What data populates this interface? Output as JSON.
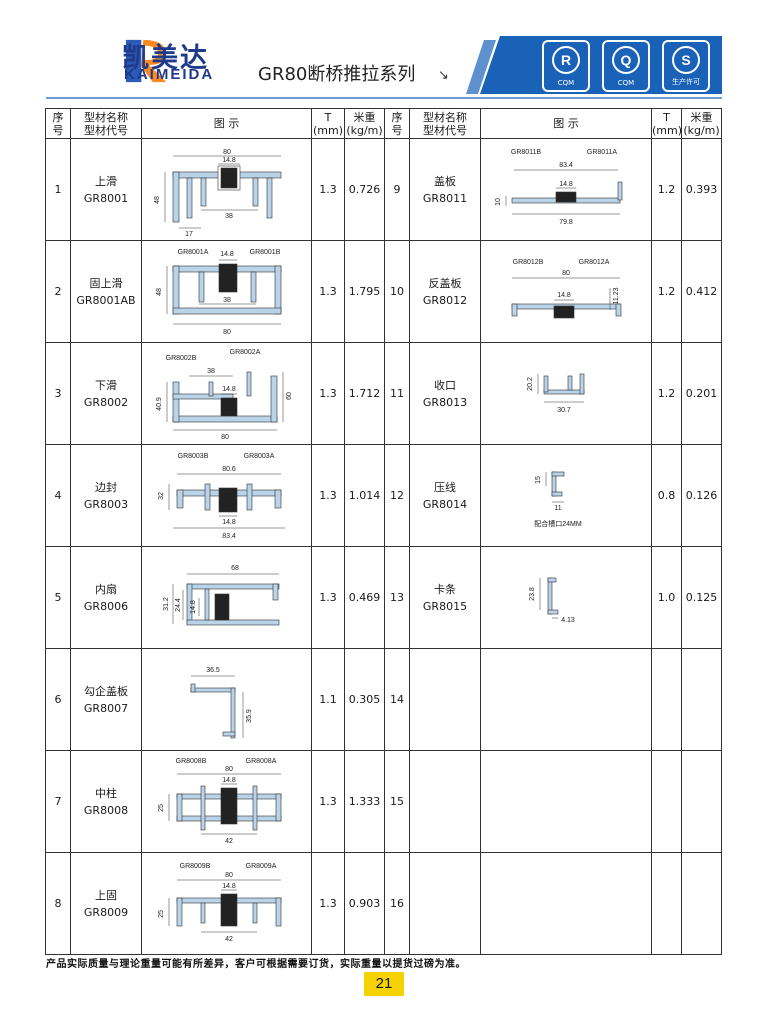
{
  "brand": {
    "name_cn": "凯美达",
    "name_en": "KAIMEIDA"
  },
  "series_title": "GR80断桥推拉系列",
  "certs": [
    {
      "letter": "R",
      "sub": "CQM"
    },
    {
      "letter": "Q",
      "sub": "CQM"
    },
    {
      "letter": "S",
      "sub": "生产许可"
    }
  ],
  "table": {
    "headers": {
      "seq": "序号",
      "name": "型材名称 型材代号",
      "figure": "图    示",
      "t": "T (mm)",
      "weight": "米重 (kg/m)"
    },
    "left_rows": [
      {
        "seq": "1",
        "name": "上滑",
        "code": "GR8001",
        "t": "1.3",
        "w": "0.726"
      },
      {
        "seq": "2",
        "name": "固上滑",
        "code": "GR8001AB",
        "t": "1.3",
        "w": "1.795"
      },
      {
        "seq": "3",
        "name": "下滑",
        "code": "GR8002",
        "t": "1.3",
        "w": "1.712"
      },
      {
        "seq": "4",
        "name": "边封",
        "code": "GR8003",
        "t": "1.3",
        "w": "1.014"
      },
      {
        "seq": "5",
        "name": "内扇",
        "code": "GR8006",
        "t": "1.3",
        "w": "0.469"
      },
      {
        "seq": "6",
        "name": "勾企盖板",
        "code": "GR8007",
        "t": "1.1",
        "w": "0.305"
      },
      {
        "seq": "7",
        "name": "中柱",
        "code": "GR8008",
        "t": "1.3",
        "w": "1.333"
      },
      {
        "seq": "8",
        "name": "上固",
        "code": "GR8009",
        "t": "1.3",
        "w": "0.903"
      }
    ],
    "right_rows": [
      {
        "seq": "9",
        "name": "盖板",
        "code": "GR8011",
        "t": "1.2",
        "w": "0.393"
      },
      {
        "seq": "10",
        "name": "反盖板",
        "code": "GR8012",
        "t": "1.2",
        "w": "0.412"
      },
      {
        "seq": "11",
        "name": "收口",
        "code": "GR8013",
        "t": "1.2",
        "w": "0.201"
      },
      {
        "seq": "12",
        "name": "压线",
        "code": "GR8014",
        "t": "0.8",
        "w": "0.126"
      },
      {
        "seq": "13",
        "name": "卡条",
        "code": "GR8015",
        "t": "1.0",
        "w": "0.125"
      },
      {
        "seq": "14",
        "name": "",
        "code": "",
        "t": "",
        "w": ""
      },
      {
        "seq": "15",
        "name": "",
        "code": "",
        "t": "",
        "w": ""
      },
      {
        "seq": "16",
        "name": "",
        "code": "",
        "t": "",
        "w": ""
      }
    ]
  },
  "figures": {
    "f1": {
      "d1": "80",
      "d2": "14.8",
      "d3": "48",
      "d4": "38",
      "d5": "17"
    },
    "f2": {
      "a": "GR8001A",
      "b": "GR8001B",
      "d1": "14.8",
      "d2": "48",
      "d3": "38",
      "d4": "80"
    },
    "f3": {
      "a": "GR8002B",
      "b": "GR8002A",
      "d1": "38",
      "d2": "14.8",
      "d3": "60",
      "d4": "40.9",
      "d5": "80"
    },
    "f4": {
      "a": "GR8003B",
      "b": "GR8003A",
      "d1": "80.6",
      "d2": "32",
      "d3": "14.8",
      "d4": "83.4"
    },
    "f5": {
      "d1": "68",
      "d2": "31.2",
      "d3": "24.4",
      "d4": "14.8"
    },
    "f6": {
      "d1": "36.5",
      "d2": "35.9"
    },
    "f7": {
      "a": "GR8008B",
      "b": "GR8008A",
      "d1": "80",
      "d2": "14.8",
      "d3": "25",
      "d4": "42"
    },
    "f8": {
      "a": "GR8009B",
      "b": "GR8009A",
      "d1": "80",
      "d2": "14.8",
      "d3": "25",
      "d4": "42"
    },
    "f9": {
      "a": "GR8011B",
      "b": "GR8011A",
      "d1": "83.4",
      "d2": "14.8",
      "d3": "10",
      "d4": "79.8"
    },
    "f10": {
      "a": "GR8012B",
      "b": "GR8012A",
      "d1": "80",
      "d2": "14.8",
      "d3": "11.23"
    },
    "f11": {
      "d1": "20.2",
      "d2": "30.7"
    },
    "f12": {
      "d1": "15",
      "d2": "11",
      "note": "配合槽口24MM"
    },
    "f13": {
      "d1": "23.8",
      "d2": "4.13"
    }
  },
  "footnote": "产品实际质量与理论重量可能有所差异，客户可根据需要订货，实际重量以提货过磅为准。",
  "page_number": "21",
  "colors": {
    "brand_blue": "#1f3a8a",
    "accent_blue": "#1a62b8",
    "profile_fill": "#b9d3e8",
    "page_tab": "#f6d200"
  }
}
